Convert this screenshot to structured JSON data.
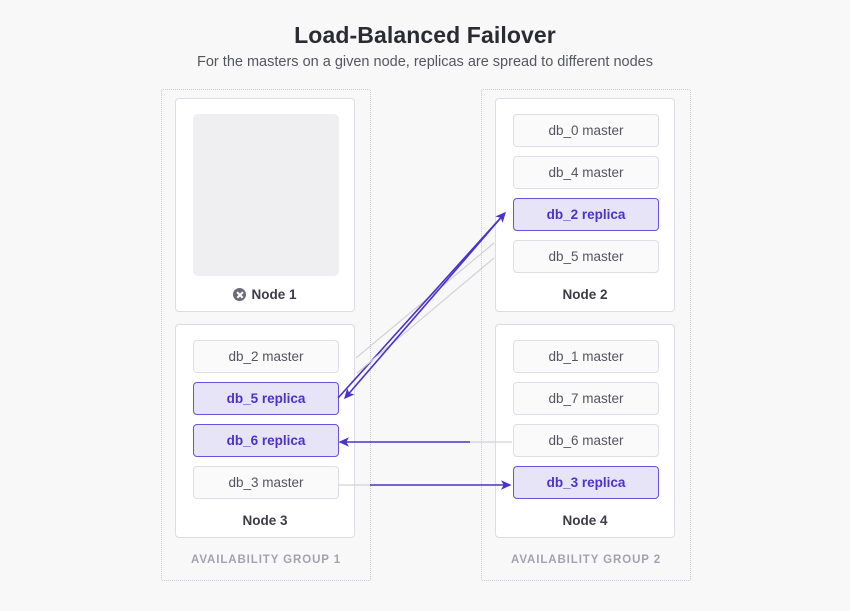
{
  "header": {
    "title": "Load-Balanced Failover",
    "subtitle": "For the masters on a given node, replicas are spread to different nodes"
  },
  "colors": {
    "background": "#f8f8f9",
    "replica_fill": "#e7e4f8",
    "replica_border": "#6a51e0",
    "replica_text": "#4b32c9",
    "master_fill": "#fafafb",
    "master_border": "#dedee4",
    "master_text": "#55555f",
    "arrow": "#4b32c9",
    "link_gray": "#d2d2d8",
    "group_border": "#c9c9d1",
    "node_border": "#dcdce2",
    "group_label": "#a3a3b0",
    "fail_icon": "#6c6c78"
  },
  "groups": [
    {
      "label": "AVAILABILITY GROUP 1"
    },
    {
      "label": "AVAILABILITY GROUP 2"
    }
  ],
  "nodes": [
    {
      "label": "Node 1",
      "status": "failed",
      "status_icon": "x-circle-icon",
      "empty": true,
      "databases": []
    },
    {
      "label": "Node 2",
      "status": "healthy",
      "empty": false,
      "databases": [
        {
          "name": "db_0 master",
          "role": "master"
        },
        {
          "name": "db_4 master",
          "role": "master"
        },
        {
          "name": "db_2 replica",
          "role": "replica"
        },
        {
          "name": "db_5 master",
          "role": "master"
        }
      ]
    },
    {
      "label": "Node 3",
      "status": "healthy",
      "empty": false,
      "databases": [
        {
          "name": "db_2 master",
          "role": "master"
        },
        {
          "name": "db_5 replica",
          "role": "replica"
        },
        {
          "name": "db_6 replica",
          "role": "replica"
        },
        {
          "name": "db_3 master",
          "role": "master"
        }
      ]
    },
    {
      "label": "Node 4",
      "status": "healthy",
      "empty": false,
      "databases": [
        {
          "name": "db_1 master",
          "role": "master"
        },
        {
          "name": "db_7 master",
          "role": "master"
        },
        {
          "name": "db_6 master",
          "role": "master"
        },
        {
          "name": "db_3 replica",
          "role": "replica"
        }
      ]
    }
  ],
  "links": [
    {
      "from": "db_2 master",
      "to": "db_2 replica",
      "direction": "node3-to-node2"
    },
    {
      "from": "db_5 master",
      "to": "db_5 replica",
      "direction": "node2-to-node3"
    },
    {
      "from": "db_6 master",
      "to": "db_6 replica",
      "direction": "node4-to-node3"
    },
    {
      "from": "db_3 master",
      "to": "db_3 replica",
      "direction": "node3-to-node4"
    }
  ]
}
